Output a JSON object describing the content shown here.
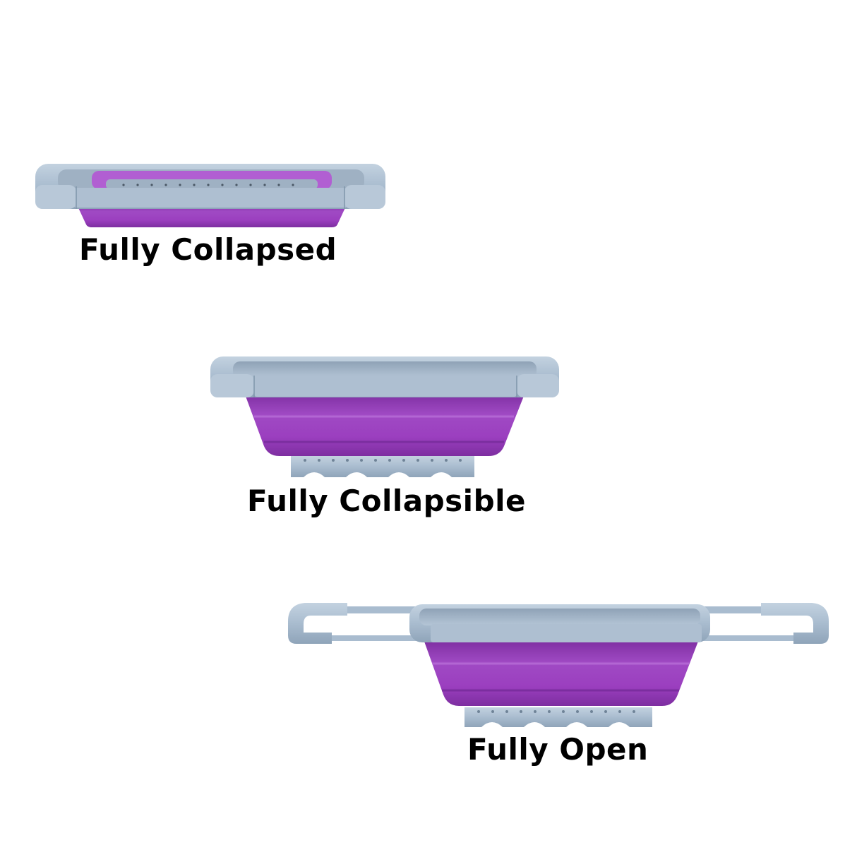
{
  "colors": {
    "frame": "#a9bccf",
    "frame_shadow": "#8fa4b9",
    "frame_highlight": "#c3d2e0",
    "inner_gray": "#9fb0c2",
    "silicone": "#9b3fbf",
    "silicone_dark": "#7d2ea0",
    "silicone_light": "#b15fd2",
    "caption": "#000000",
    "background": "#ffffff"
  },
  "states": [
    {
      "label": "Fully Collapsed"
    },
    {
      "label": "Fully Collapsible"
    },
    {
      "label": "Fully Open"
    }
  ]
}
